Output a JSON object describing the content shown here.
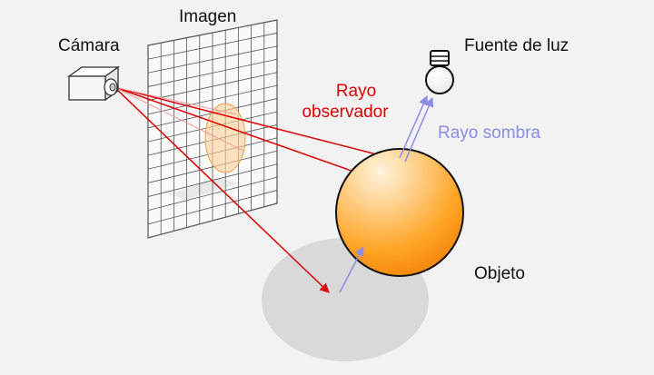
{
  "labels": {
    "camera": "Cámara",
    "image": "Imagen",
    "light": "Fuente de luz",
    "view_ray": [
      "Rayo",
      "observador"
    ],
    "shadow_ray": "Rayo sombra",
    "object": "Objeto"
  },
  "colors": {
    "background": "#f2f2f2",
    "view_ray": "#e00000",
    "shadow_ray": "#8b8ce8",
    "grid": "#555555",
    "sphere_light": "#fff3dd",
    "sphere_mid": "#ffb23a",
    "sphere_dark": "#f07a00",
    "shadow": "#d9d9d9",
    "text": "#111111"
  }
}
